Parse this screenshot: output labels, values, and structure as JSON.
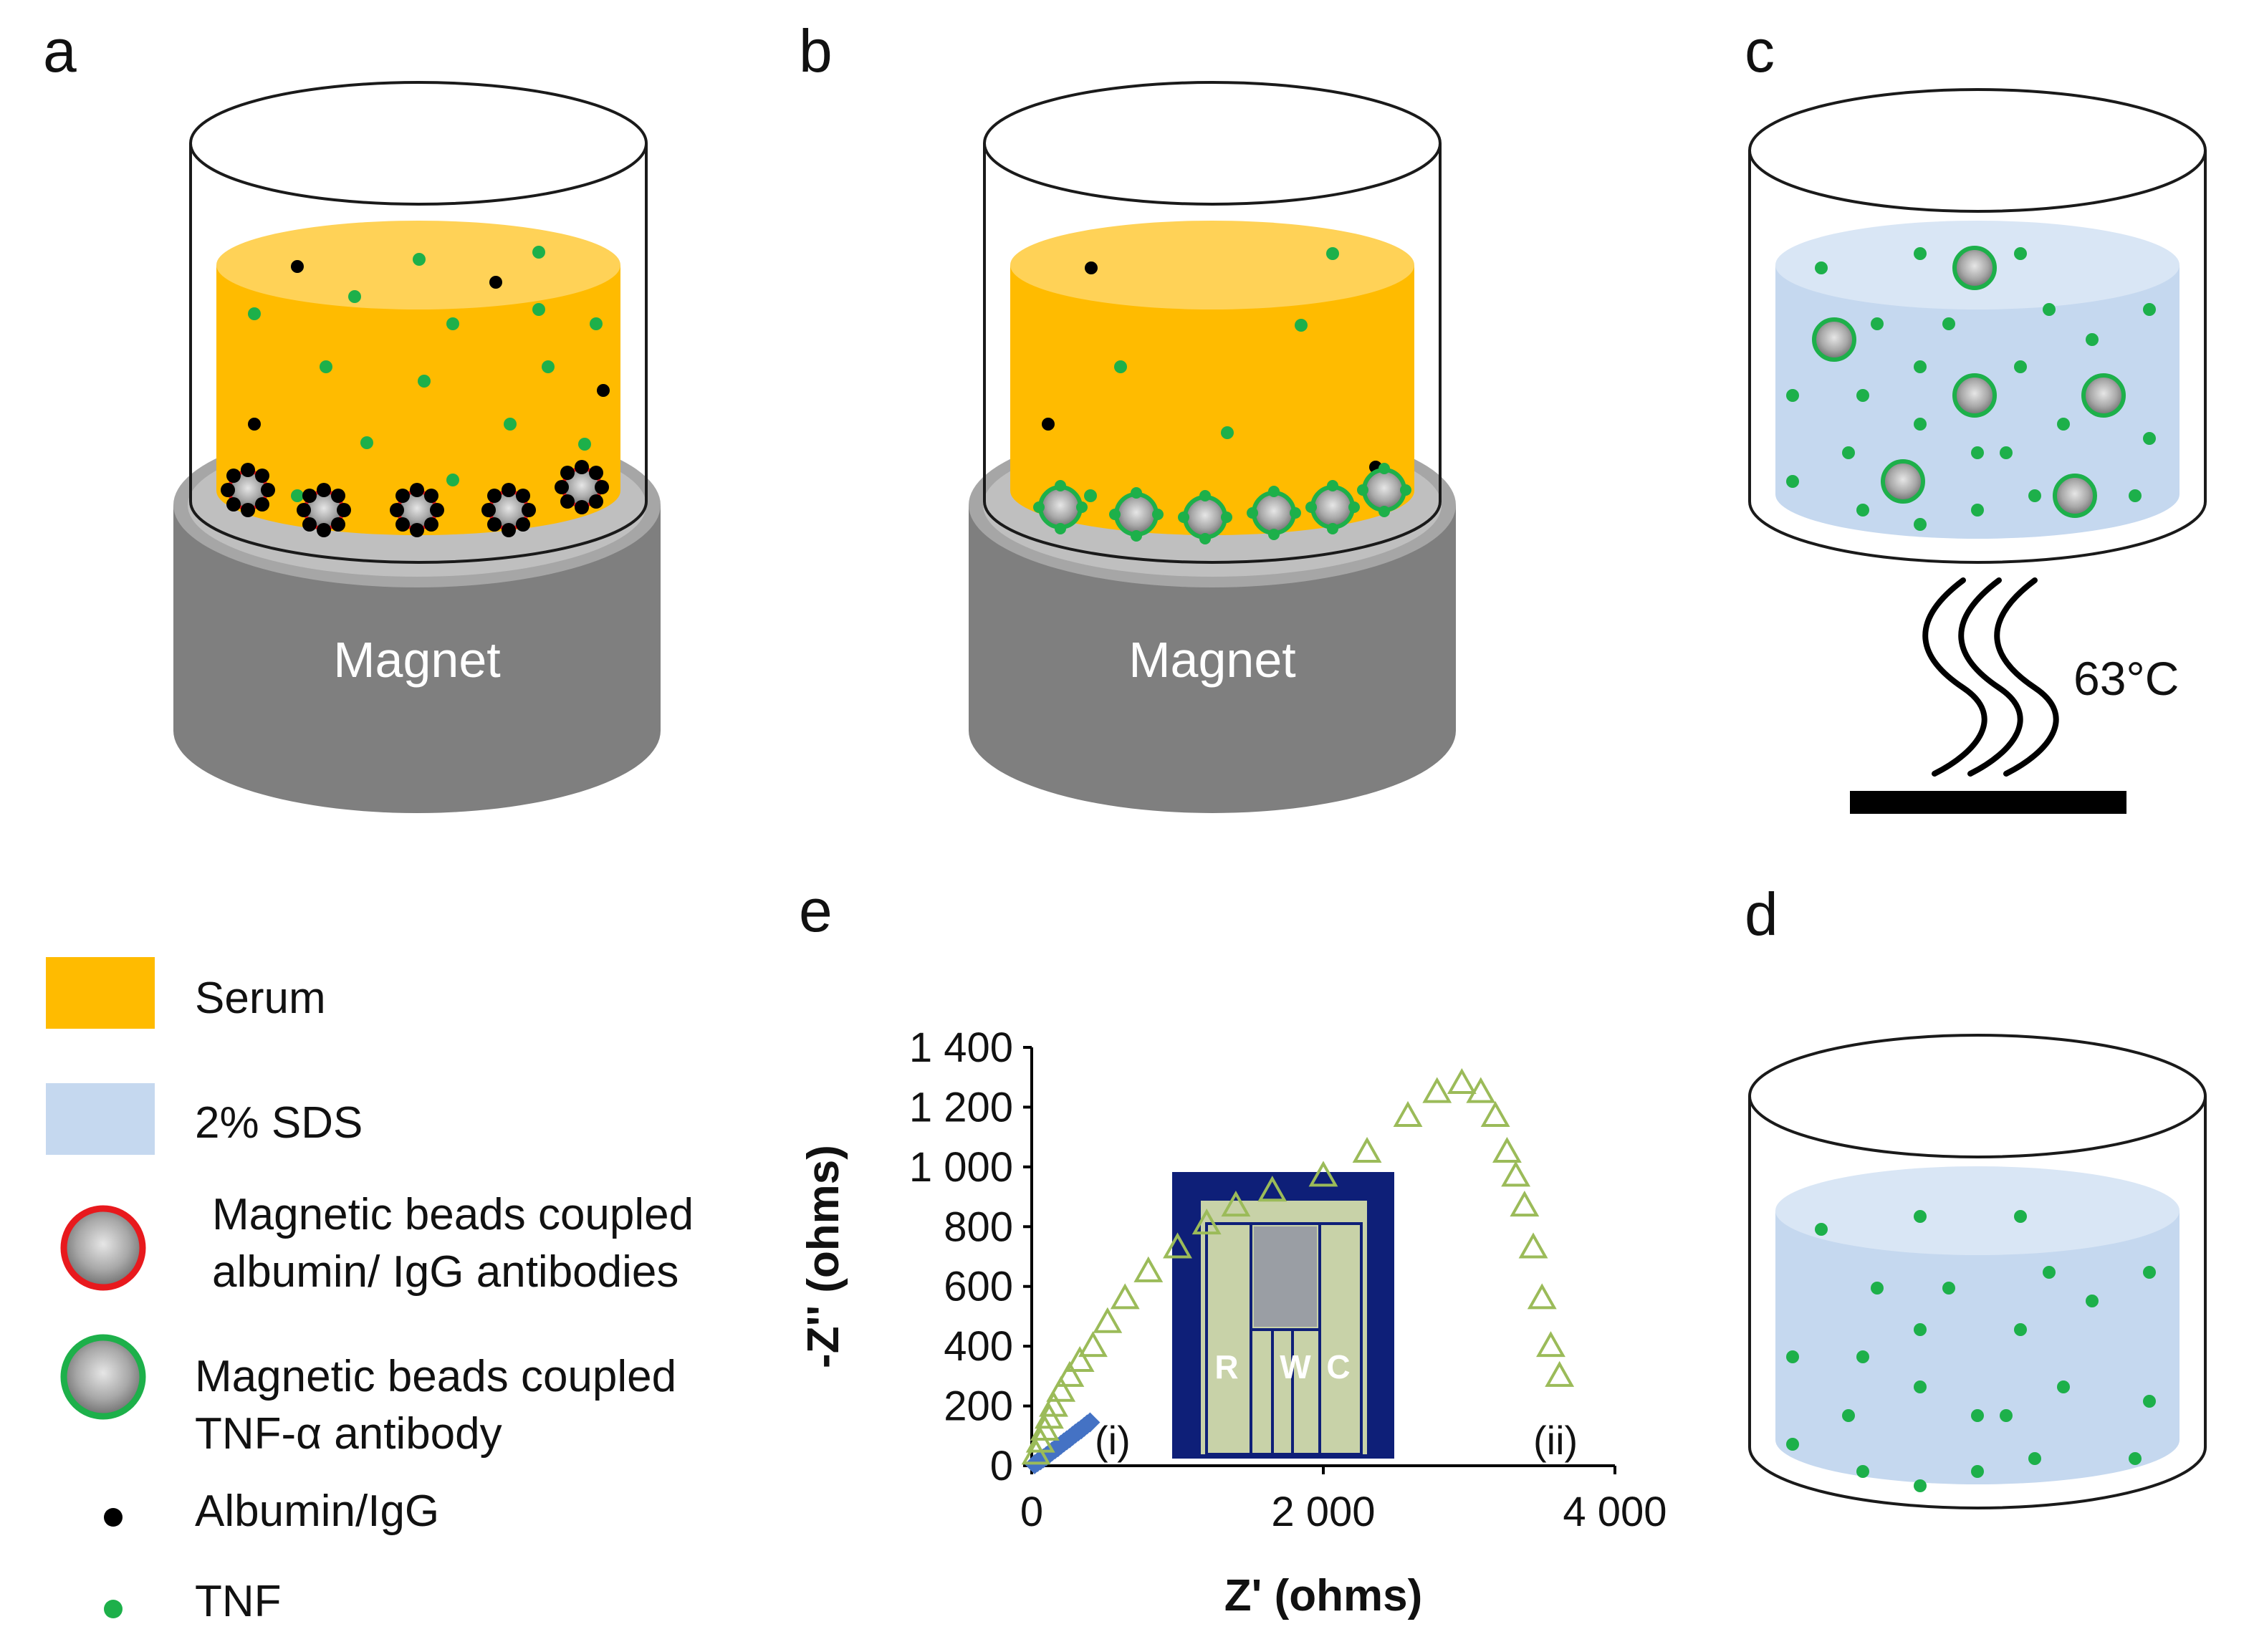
{
  "panels": {
    "a": "a",
    "b": "b",
    "c": "c",
    "d": "d",
    "e": "e"
  },
  "magnet_label": "Magnet",
  "temperature_label": "63°C",
  "electrode_labels": [
    "R",
    "W",
    "C"
  ],
  "colors": {
    "serum": "#FFBB00",
    "sds": "#C5D8EF",
    "bead_albumin_ring": "#E8191D",
    "bead_tnf_ring": "#1DB04A",
    "albumin_igg": "#000000",
    "tnf": "#1DB04A",
    "magnet": "#7F7F7F",
    "series_i": "#4472C4",
    "series_ii": "#9BBB59"
  },
  "legend": [
    {
      "label_lines": [
        "Serum"
      ],
      "swatch": "serum"
    },
    {
      "label_lines": [
        "2% SDS"
      ],
      "swatch": "sds"
    },
    {
      "label_lines": [
        "Magnetic beads coupled",
        "albumin/ IgG antibodies"
      ],
      "swatch": "bead-red"
    },
    {
      "label_lines": [
        "Magnetic beads coupled",
        "TNF-α antibody"
      ],
      "swatch": "bead-green"
    },
    {
      "label_lines": [
        "Albumin/IgG"
      ],
      "swatch": "black-dot"
    },
    {
      "label_lines": [
        "TNF"
      ],
      "swatch": "green-dot"
    }
  ],
  "chart_data": {
    "type": "scatter",
    "xlabel": "Z' (ohms)",
    "ylabel": "-Z'' (ohms)",
    "xlim": [
      0,
      4000
    ],
    "ylim": [
      0,
      1400
    ],
    "xticks": [
      "0",
      "2 000",
      "4 000"
    ],
    "yticks": [
      "0",
      "200",
      "400",
      "600",
      "800",
      "1 000",
      "1 200",
      "1 400"
    ],
    "series": [
      {
        "name": "(i)",
        "color": "#4472C4",
        "marker": "diamond",
        "x": [
          20,
          40,
          60,
          80,
          100,
          120,
          140,
          160,
          180,
          200,
          220,
          240,
          260,
          280,
          300,
          320,
          340,
          360,
          380,
          400
        ],
        "y": [
          5,
          12,
          18,
          25,
          32,
          40,
          48,
          55,
          62,
          70,
          78,
          85,
          92,
          100,
          108,
          115,
          122,
          130,
          138,
          145
        ]
      },
      {
        "name": "(ii)",
        "color": "#9BBB59",
        "marker": "triangle",
        "x": [
          30,
          60,
          90,
          120,
          150,
          200,
          260,
          330,
          420,
          520,
          640,
          800,
          1000,
          1200,
          1400,
          1650,
          2000,
          2300,
          2580,
          2780,
          2950,
          3080,
          3180,
          3260,
          3320,
          3380,
          3440,
          3500,
          3560,
          3620
        ],
        "y": [
          40,
          80,
          120,
          160,
          200,
          250,
          300,
          350,
          400,
          480,
          560,
          650,
          730,
          810,
          870,
          920,
          970,
          1050,
          1170,
          1250,
          1280,
          1250,
          1170,
          1050,
          970,
          870,
          730,
          560,
          400,
          300
        ]
      }
    ]
  }
}
